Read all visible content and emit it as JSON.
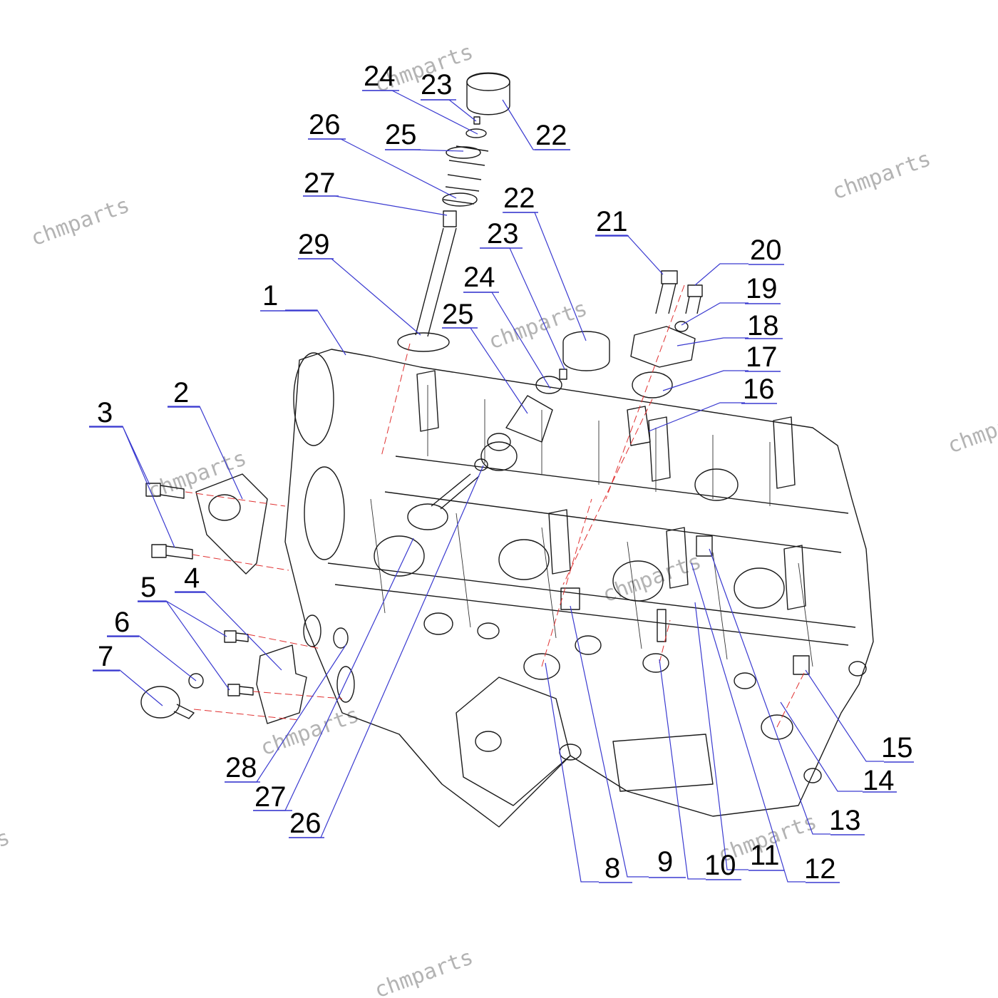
{
  "watermark": "chmparts",
  "colors": {
    "leader": "#3a3ad0",
    "axis": "#e03030",
    "line": "#1a1a1a"
  },
  "callouts": [
    {
      "id": "c1",
      "label": "1"
    },
    {
      "id": "c2",
      "label": "2"
    },
    {
      "id": "c3",
      "label": "3"
    },
    {
      "id": "c4",
      "label": "4"
    },
    {
      "id": "c5",
      "label": "5"
    },
    {
      "id": "c6",
      "label": "6"
    },
    {
      "id": "c7",
      "label": "7"
    },
    {
      "id": "c8",
      "label": "8"
    },
    {
      "id": "c9",
      "label": "9"
    },
    {
      "id": "c10",
      "label": "10"
    },
    {
      "id": "c11",
      "label": "11"
    },
    {
      "id": "c12",
      "label": "12"
    },
    {
      "id": "c13",
      "label": "13"
    },
    {
      "id": "c14",
      "label": "14"
    },
    {
      "id": "c15",
      "label": "15"
    },
    {
      "id": "c16",
      "label": "16"
    },
    {
      "id": "c17",
      "label": "17"
    },
    {
      "id": "c18",
      "label": "18"
    },
    {
      "id": "c19",
      "label": "19"
    },
    {
      "id": "c20",
      "label": "20"
    },
    {
      "id": "c21",
      "label": "21"
    },
    {
      "id": "c22a",
      "label": "22"
    },
    {
      "id": "c22b",
      "label": "22"
    },
    {
      "id": "c23a",
      "label": "23"
    },
    {
      "id": "c23b",
      "label": "23"
    },
    {
      "id": "c24a",
      "label": "24"
    },
    {
      "id": "c24b",
      "label": "24"
    },
    {
      "id": "c25a",
      "label": "25"
    },
    {
      "id": "c25b",
      "label": "25"
    },
    {
      "id": "c26a",
      "label": "26"
    },
    {
      "id": "c26b",
      "label": "26"
    },
    {
      "id": "c27a",
      "label": "27"
    },
    {
      "id": "c27b",
      "label": "27"
    },
    {
      "id": "c28",
      "label": "28"
    },
    {
      "id": "c29",
      "label": "29"
    }
  ]
}
